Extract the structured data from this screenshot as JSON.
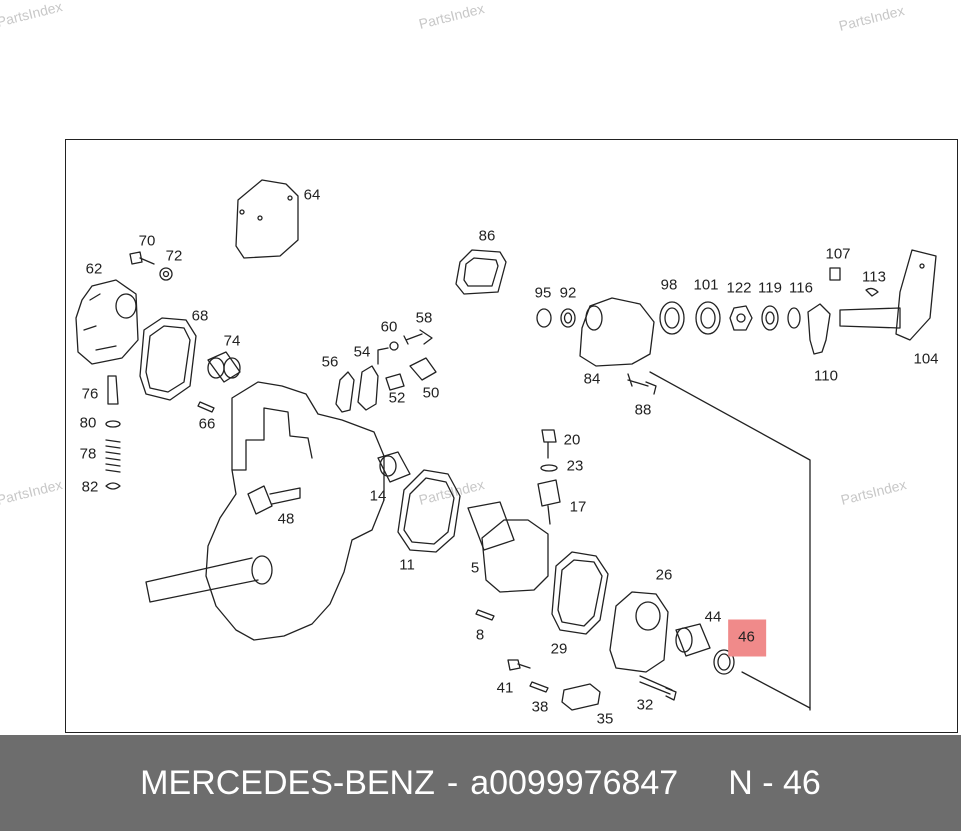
{
  "watermarks": [
    "PartsIndex",
    "PartsIndex",
    "PartsIndex",
    "PartsIndex",
    "PartsIndex",
    "PartsIndex"
  ],
  "callouts": {
    "p64": "64",
    "p86": "86",
    "p70": "70",
    "p72": "72",
    "p62": "62",
    "p68": "68",
    "p74": "74",
    "p76": "76",
    "p80": "80",
    "p78": "78",
    "p82": "82",
    "p66": "66",
    "p56": "56",
    "p54": "54",
    "p60": "60",
    "p58": "58",
    "p52": "52",
    "p50": "50",
    "p95": "95",
    "p92": "92",
    "p98": "98",
    "p101": "101",
    "p122": "122",
    "p119": "119",
    "p116": "116",
    "p107": "107",
    "p113": "113",
    "p104": "104",
    "p110": "110",
    "p84": "84",
    "p88": "88",
    "p20": "20",
    "p23": "23",
    "p17": "17",
    "p14": "14",
    "p48": "48",
    "p11": "11",
    "p5": "5",
    "p8": "8",
    "p26": "26",
    "p29": "29",
    "p44": "44",
    "p46": "46",
    "p41": "41",
    "p38": "38",
    "p35": "35",
    "p32": "32"
  },
  "highlight": {
    "part": "46",
    "color": "#f08a8a"
  },
  "footer": {
    "brand": "MERCEDES-BENZ",
    "separator": "-",
    "part_number": "a0099976847",
    "position_label": "N - 46"
  }
}
